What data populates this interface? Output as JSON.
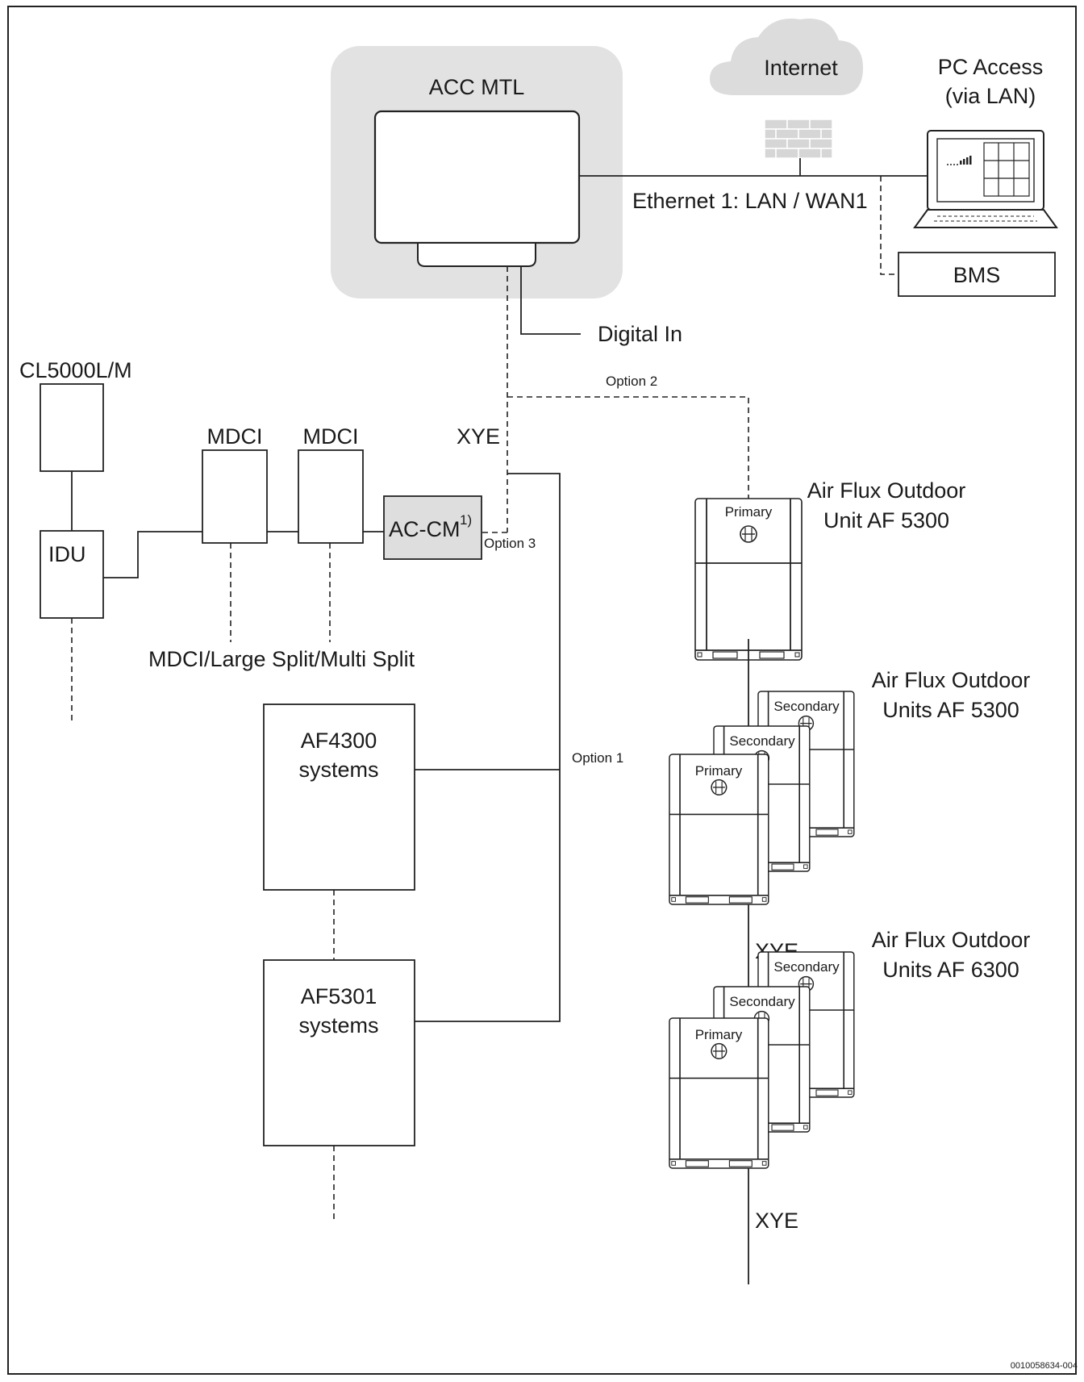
{
  "controller": {
    "title": "ACC MTL"
  },
  "internet": {
    "label": "Internet"
  },
  "pc_access": {
    "line1": "PC Access",
    "line2": "(via LAN)"
  },
  "ethernet": {
    "label": "Ethernet 1: LAN / WAN1"
  },
  "bms": {
    "label": "BMS"
  },
  "digital_in": {
    "label": "Digital In"
  },
  "options": {
    "option1": "Option 1",
    "option2": "Option 2",
    "option3": "Option 3"
  },
  "xye": {
    "top": "XYE",
    "middle": "XYE",
    "bottom": "XYE"
  },
  "left_branch": {
    "cl5000": "CL5000L/M",
    "idu": "IDU",
    "mdci_1": "MDCI",
    "mdci_2": "MDCI",
    "accm": "AC-CM",
    "accm_note": "1)",
    "split_caption": "MDCI/Large Split/Multi Split"
  },
  "systems": {
    "af4300_line1": "AF4300",
    "af4300_line2": "systems",
    "af5301_line1": "AF5301",
    "af5301_line2": "systems"
  },
  "outdoor": {
    "group1_line1": "Air Flux Outdoor",
    "group1_line2": "Unit AF 5300",
    "group2_line1": "Air Flux Outdoor",
    "group2_line2": "Units AF 5300",
    "group3_line1": "Air Flux Outdoor",
    "group3_line2": "Units AF 6300",
    "primary": "Primary",
    "secondary": "Secondary"
  },
  "footer": {
    "doc_id": "0010058634-004"
  },
  "colors": {
    "controller_bg": "#e2e2e2",
    "cloud": "#dcdcdc",
    "accm_fill": "#dedede",
    "line": "#222222"
  }
}
